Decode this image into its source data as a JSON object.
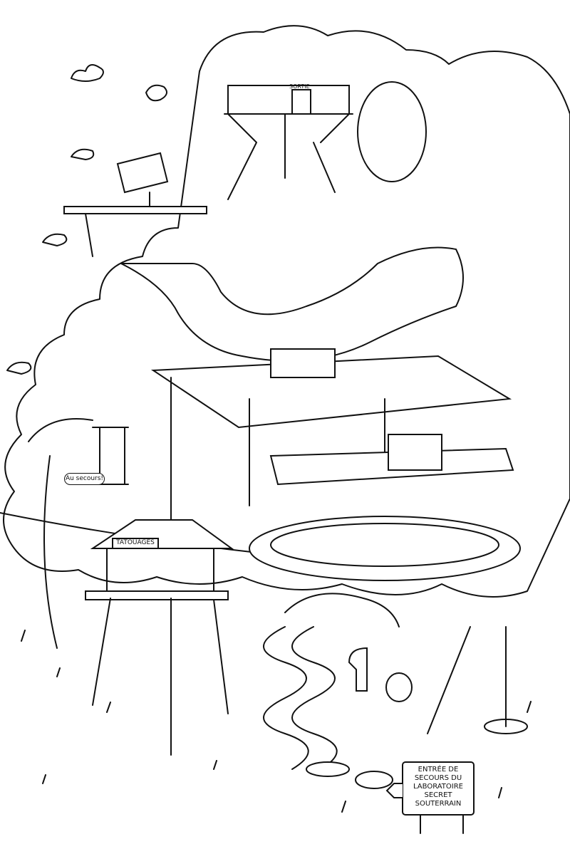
{
  "illustration": {
    "treehouse_sign": "SORTIE",
    "speech_bubble": "Au secours!",
    "tattoo_sign": "TATOUAGES",
    "lab_sign": [
      "ENTRÉE DE",
      "SECOURS DU",
      "LABORATOIRE",
      "SECRET",
      "SOUTERRAIN"
    ],
    "line_color": "#111111",
    "background_color": "#ffffff"
  }
}
